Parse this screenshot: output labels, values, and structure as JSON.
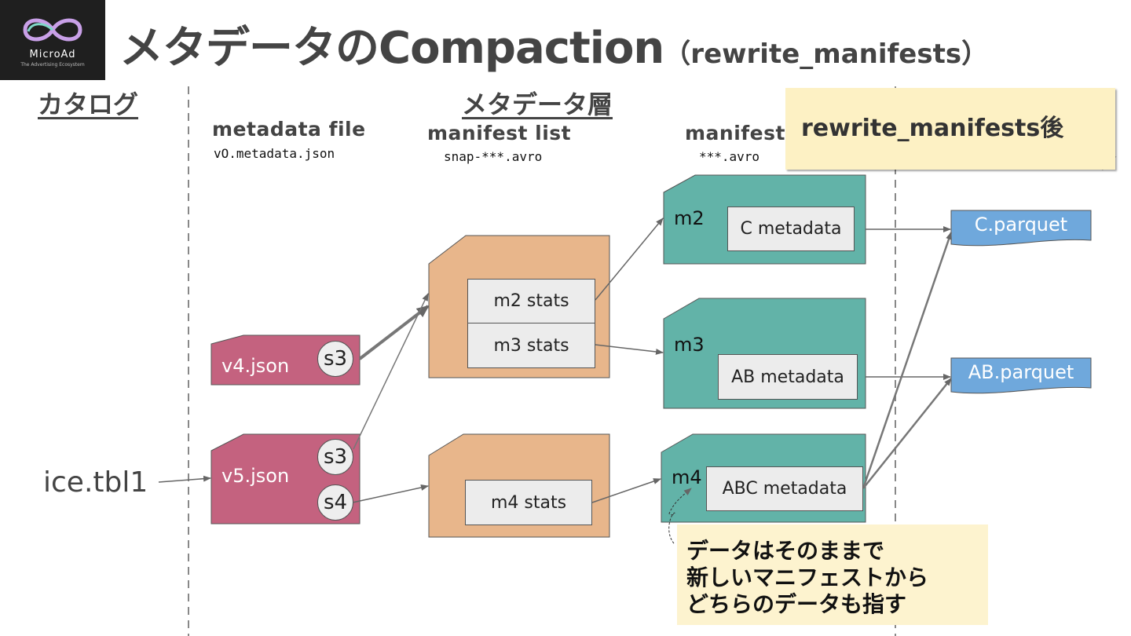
{
  "logo": {
    "text": "MicroAd",
    "subtext": "The Advertising Ecosystem"
  },
  "title": {
    "main": "メタデータのCompaction",
    "sub": "（rewrite_manifests）"
  },
  "sections": {
    "catalog": "カタログ",
    "metadata_layer": "メタデータ層"
  },
  "columns": {
    "metadata_file": {
      "title": "metadata file",
      "file": "vO.metadata.json"
    },
    "manifest_list": {
      "title": "manifest list",
      "file": "snap-***.avro"
    },
    "manifest": {
      "title": "manifest",
      "file": "***.avro"
    }
  },
  "note": {
    "text": "rewrite_manifests後"
  },
  "catalog_table": "ice.tbl1",
  "metadata_files": [
    {
      "name": "v4.json",
      "snapshots": [
        "s3"
      ]
    },
    {
      "name": "v5.json",
      "snapshots": [
        "s3",
        "s4"
      ]
    }
  ],
  "manifest_lists": [
    {
      "stats": [
        "m2 stats",
        "m3 stats"
      ]
    },
    {
      "stats": [
        "m4 stats"
      ]
    }
  ],
  "manifests": [
    {
      "name": "m2",
      "content": "C metadata"
    },
    {
      "name": "m3",
      "content": "AB metadata"
    },
    {
      "name": "m4",
      "content": "ABC metadata"
    }
  ],
  "data_files": [
    "C.parquet",
    "AB.parquet"
  ],
  "comment": {
    "lines": [
      "データはそのままで",
      "新しいマニフェストから",
      "どちらのデータも指す"
    ]
  },
  "colors": {
    "metadata_file": "#c4627f",
    "manifest_list": "#e8b68b",
    "manifest": "#62b3a8",
    "parquet": "#6fa8dc",
    "note": "#fdf1c4",
    "comment": "#fdf3cf"
  }
}
